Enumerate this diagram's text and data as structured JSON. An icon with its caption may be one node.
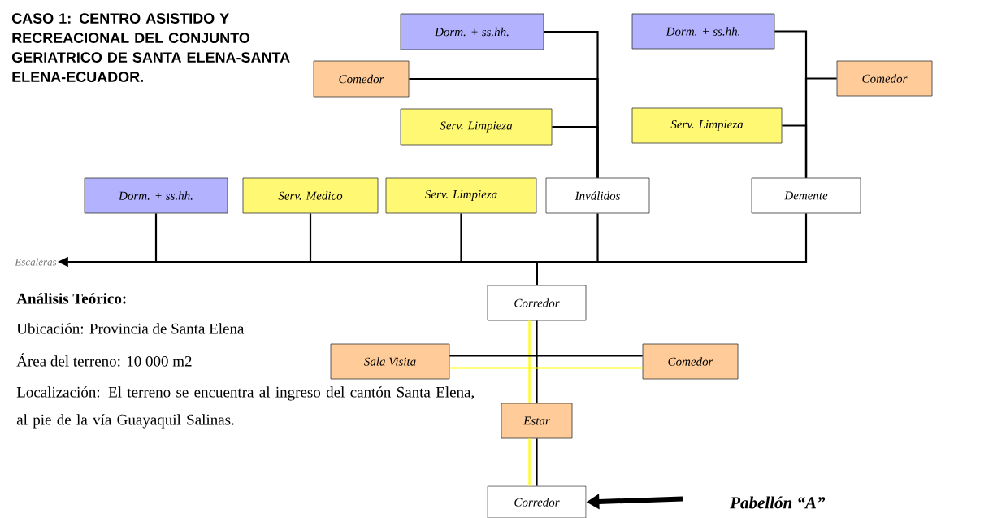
{
  "diagram": {
    "title": "CASO 1: CENTRO ASISTIDO Y RECREACIONAL DEL CONJUNTO GERIATRICO DE SANTA ELENA-SANTA ELENA-ECUADOR.",
    "nodes": [
      {
        "text": [
          "Dorm. + ss.hh."
        ]
      },
      {
        "text": [
          "Dorm. + ss.hh."
        ]
      },
      {
        "text": [
          "Comedor"
        ]
      },
      {
        "text": [
          "Comedor"
        ]
      },
      {
        "text": [
          "Serv. Limpieza"
        ]
      },
      {
        "text": [
          "Serv. Limpieza"
        ]
      },
      {
        "text": [
          "Dorm. + ss.hh."
        ]
      },
      {
        "text": [
          "Serv. Medico"
        ]
      },
      {
        "text": [
          "Serv. Limpieza"
        ]
      },
      {
        "text": [
          "Inválidos"
        ]
      },
      {
        "text": [
          "Demente"
        ]
      },
      {
        "text": [
          "Corredor"
        ]
      },
      {
        "text": [
          "Escaleras"
        ]
      },
      {
        "text": [
          "Sala Visita"
        ]
      },
      {
        "text": [
          "Comedor"
        ]
      },
      {
        "text": [
          "Estar"
        ]
      },
      {
        "text": [
          "Corredor"
        ]
      }
    ],
    "edges": [
      {
        "from": 0,
        "to": 9,
        "arrow": "none"
      },
      {
        "from": 2,
        "to": 9,
        "arrow": "none"
      },
      {
        "from": 4,
        "to": 9,
        "arrow": "none"
      },
      {
        "from": 1,
        "to": 10,
        "arrow": "none"
      },
      {
        "from": 3,
        "to": 10,
        "arrow": "none"
      },
      {
        "from": 5,
        "to": 10,
        "arrow": "none"
      },
      {
        "from": 6,
        "to": 11,
        "arrow": "none"
      },
      {
        "from": 7,
        "to": 11,
        "arrow": "none"
      },
      {
        "from": 8,
        "to": 11,
        "arrow": "none"
      },
      {
        "from": 9,
        "to": 11,
        "arrow": "none"
      },
      {
        "from": 10,
        "to": 11,
        "arrow": "none"
      },
      {
        "from": 11,
        "to": 12,
        "arrow": "to"
      },
      {
        "from": 11,
        "to": 15,
        "arrow": "none"
      },
      {
        "from": 15,
        "to": 16,
        "arrow": "none"
      },
      {
        "from": 11,
        "to": 15,
        "arrow": "none",
        "color": "#ffff00"
      },
      {
        "from": 15,
        "to": 16,
        "arrow": "none",
        "color": "#ffff00"
      },
      {
        "from": 13,
        "to": 14,
        "arrow": "none"
      },
      {
        "from": 13,
        "to": 14,
        "arrow": "none",
        "color": "#ffff00"
      },
      {
        "from": null,
        "to": 16,
        "arrow": "to",
        "style": "thick"
      }
    ],
    "labels": [
      "Análisis Teórico:",
      "Ubicación: Provincia de Santa Elena",
      "Área del terreno: 10 000 m2",
      "Localización: El terreno se encuentra al ingreso del cantón Santa Elena, al pie de la vía Guayaquil Salinas.",
      "Pabellón “A”"
    ]
  }
}
